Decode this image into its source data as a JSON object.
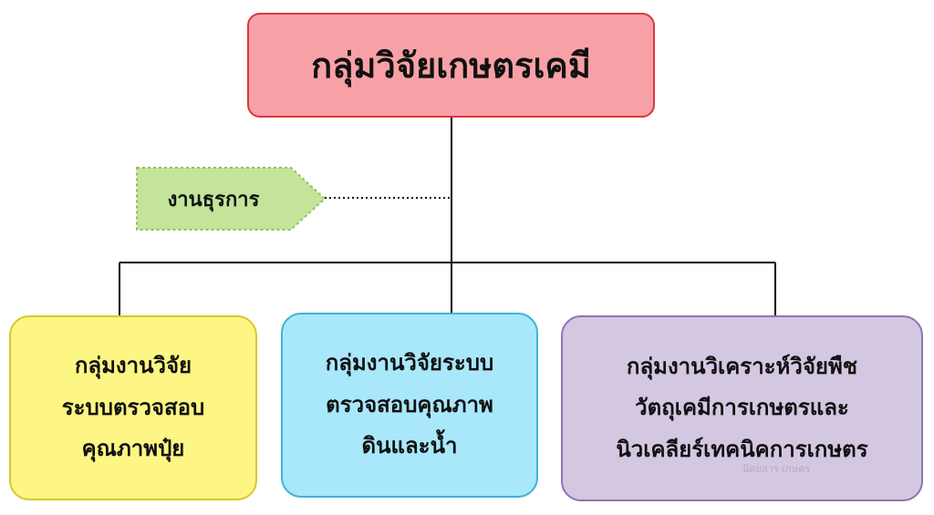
{
  "top_box": {
    "label": "กลุ่มวิจัยเกษตรเคมี"
  },
  "admin_tag": {
    "label": "งานธุรการ"
  },
  "children": [
    {
      "lines": [
        "กลุ่มงานวิจัย",
        "ระบบตรวจสอบ",
        "คุณภาพปุ๋ย"
      ]
    },
    {
      "lines": [
        "กลุ่มงานวิจัยระบบ",
        "ตรวจสอบคุณภาพ",
        "ดินและน้ำ"
      ]
    },
    {
      "lines": [
        "กลุ่มงานวิเคราะห์วิจัยพืช",
        "วัตถุเคมีการเกษตรและ",
        "นิวเคลียร์เทคนิคการเกษตร"
      ]
    }
  ],
  "watermark": {
    "text": "นิตยสาร เกษตร"
  },
  "colors": {
    "top_fill": "#f7a1a6",
    "top_border": "#d9373f",
    "admin_fill": "#c4e49a",
    "admin_border": "#8fc15a",
    "child1_fill": "#fdf684",
    "child2_fill": "#a9e7fb",
    "child3_fill": "#d3c7e2"
  }
}
